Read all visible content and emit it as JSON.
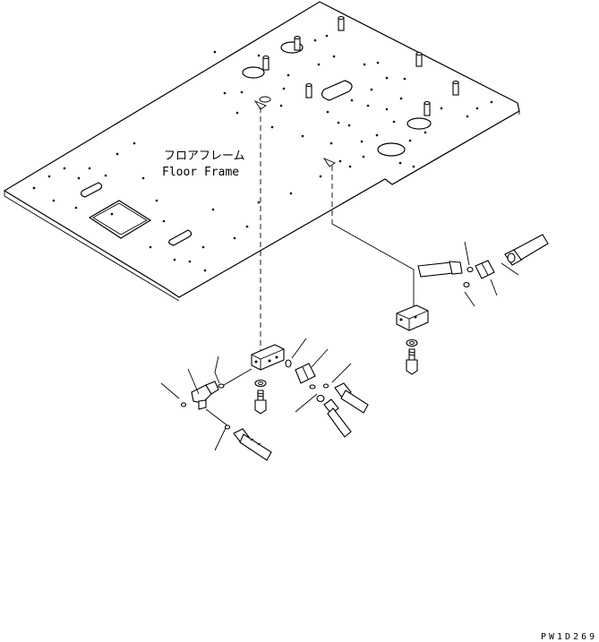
{
  "floor_frame": {
    "label_jp": "フロアフレーム",
    "label_en": "Floor Frame"
  },
  "drawing_code": "PW1D269",
  "colors": {
    "ink": "#000000",
    "paper": "#ffffff"
  }
}
